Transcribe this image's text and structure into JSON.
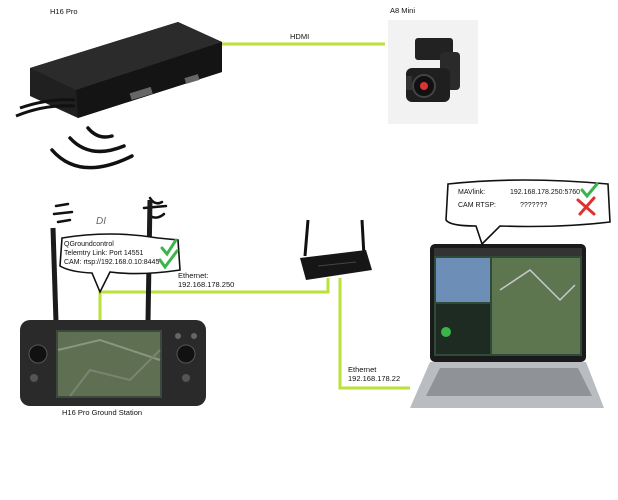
{
  "devices": {
    "h16_pro": {
      "label": "H16 Pro"
    },
    "a8_mini": {
      "label": "A8 Mini"
    },
    "ground_station": {
      "label": "H16 Pro Ground Station"
    }
  },
  "links": {
    "hdmi": {
      "label": "HDMI"
    },
    "ethernet_gs": {
      "label": "Ethernet:",
      "ip": "192.168.178.250"
    },
    "ethernet_laptop": {
      "label": "Ethernet",
      "ip": "192.168.178.22"
    }
  },
  "callout_ground": {
    "lines": [
      "QGroundcontrol",
      "Telemtry Link:  Port 14551",
      "CAM: rtsp://192.168.0.10:8445"
    ],
    "status": [
      "ok",
      "ok"
    ]
  },
  "callout_laptop": {
    "rows": [
      {
        "key": "MAVlink:",
        "value": "192.168.178.250:5760",
        "status": "ok"
      },
      {
        "key": "CAM RTSP:",
        "value": "???????",
        "status": "fail"
      }
    ]
  },
  "scribble_text": "DI",
  "colors": {
    "link": "#b9e23a",
    "ok": "#3bb54a",
    "fail": "#e03131",
    "device": "#1d1d1d"
  }
}
